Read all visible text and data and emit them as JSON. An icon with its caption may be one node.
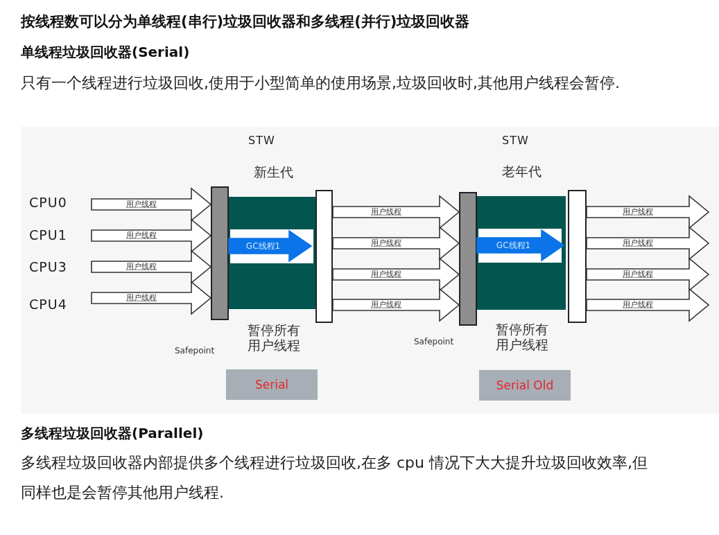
{
  "diagram": {
    "title": "按线程数可以分为单线程(串行)垃圾回收器和多线程(并行)垃圾回收器",
    "nodes": [
      {
        "text": [
          "CPU0"
        ]
      },
      {
        "text": [
          "CPU1"
        ]
      },
      {
        "text": [
          "CPU3"
        ]
      },
      {
        "text": [
          "CPU4"
        ]
      },
      {
        "text": [],
        "shape": "bar"
      },
      {
        "text": [
          "新生代"
        ],
        "beside": [
          "暂停所有用户线程"
        ]
      },
      {
        "text": [],
        "shape": "bar"
      },
      {
        "text": [],
        "shape": "bar"
      },
      {
        "text": [
          "老年代"
        ],
        "beside": [
          "暂停所有用户线程"
        ]
      },
      {
        "text": [],
        "shape": "bar"
      },
      {
        "text": [
          "Serial"
        ]
      },
      {
        "text": [
          "Serial Old"
        ]
      }
    ],
    "edges": [
      {
        "from": 0,
        "to": 4,
        "arrow": "to",
        "label": "用户线程"
      },
      {
        "from": 1,
        "to": 4,
        "arrow": "to",
        "label": "用户线程"
      },
      {
        "from": 2,
        "to": 4,
        "arrow": "to",
        "label": "用户线程"
      },
      {
        "from": 3,
        "to": 4,
        "arrow": "to",
        "label": "用户线程"
      },
      {
        "from": 4,
        "to": 6,
        "arrow": "to",
        "label": "GC线程1",
        "color": "#0a74e8"
      },
      {
        "from": 6,
        "to": 7,
        "arrow": "to",
        "label": "用户线程"
      },
      {
        "from": 6,
        "to": 7,
        "arrow": "to",
        "label": "用户线程"
      },
      {
        "from": 6,
        "to": 7,
        "arrow": "to",
        "label": "用户线程"
      },
      {
        "from": 6,
        "to": 7,
        "arrow": "to",
        "label": "用户线程"
      },
      {
        "from": 7,
        "to": 9,
        "arrow": "to",
        "label": "GC线程1",
        "color": "#0a74e8"
      },
      {
        "from": 9,
        "to": null,
        "arrow": "to",
        "label": "用户线程"
      },
      {
        "from": 9,
        "to": null,
        "arrow": "to",
        "label": "用户线程"
      },
      {
        "from": 9,
        "to": null,
        "arrow": "to",
        "label": "用户线程"
      },
      {
        "from": 9,
        "to": null,
        "arrow": "to",
        "label": "用户线程"
      }
    ],
    "labels": [
      "单线程垃圾回收器(Serial)",
      "只有一个线程进行垃圾回收,使用于小型简单的使用场景,垃圾回收时,其他用户线程会暂停.",
      "STW",
      "STW",
      "Safepoint",
      "Safepoint",
      "多线程垃圾回收器(Parallel)",
      "多线程垃圾回收器内部提供多个线程进行垃圾回收,在多 cpu 情况下大大提升垃圾回收效率,但同样也是会暂停其他用户线程."
    ]
  }
}
